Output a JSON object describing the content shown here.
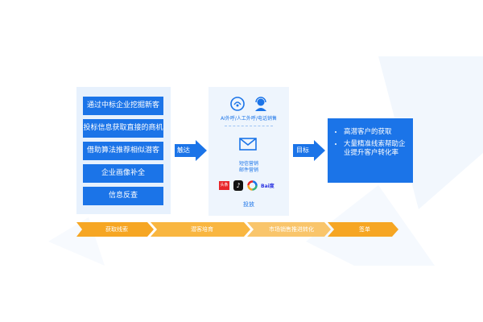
{
  "left_panel": {
    "items": [
      {
        "label": "通过中标企业挖掘新客"
      },
      {
        "label": "投标信息获取直接的商机"
      },
      {
        "label": "借助算法推荐相似潜客"
      },
      {
        "label": "企业画像补全"
      },
      {
        "label": "信息反查"
      }
    ]
  },
  "arrows": {
    "reach": "触达",
    "goal": "目标"
  },
  "middle_panel": {
    "call_label": "AI外呼/人工外呼/电话销售",
    "sms_label_1": "短信营销",
    "sms_label_2": "邮件营销",
    "ads_label": "投放",
    "platform_icons": [
      "toutiao-icon",
      "tiktok-icon",
      "colorful-ring-icon",
      "baidu-icon"
    ],
    "platform_texts": {
      "toutiao": "头条",
      "baidu": "Bai度"
    }
  },
  "right_panel": {
    "bullets": [
      "高潜客户的获取",
      "大量精准线索帮助企业提升客户转化率"
    ]
  },
  "stages": [
    "获取线索",
    "潜客培育",
    "市场销售推进转化",
    "签单"
  ],
  "colors": {
    "primary_blue": "#1b74e8",
    "light_panel": "#e7f1fd",
    "orange": "#f6a623",
    "orange_light": "#f9c56b"
  }
}
